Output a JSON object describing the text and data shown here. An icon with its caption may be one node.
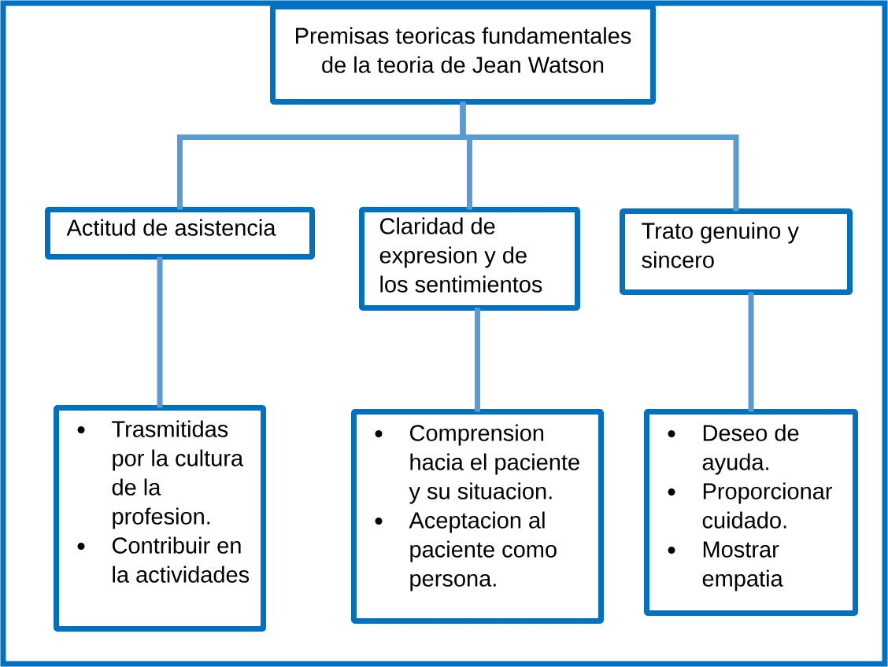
{
  "diagram": {
    "nodes": [
      {
        "text": [
          "Premisas teoricas fundamentales de la teoria de Jean Watson"
        ]
      },
      {
        "text": [
          "Actitud de asistencia"
        ]
      },
      {
        "text": [
          "Claridad de expresion y de los sentimientos"
        ]
      },
      {
        "text": [
          "Trato genuino y sincero"
        ]
      },
      {
        "text": [
          "Trasmitidas por la cultura de la profesion.",
          "Contribuir en la actividades"
        ]
      },
      {
        "text": [
          "Comprension hacia el paciente y su situacion.",
          "Aceptacion al paciente como persona."
        ]
      },
      {
        "text": [
          "Deseo de ayuda.",
          "Proporcionar cuidado.",
          "Mostrar empatia"
        ]
      }
    ],
    "edges": [
      {
        "from": 0,
        "to": 1,
        "arrow": "none"
      },
      {
        "from": 0,
        "to": 2,
        "arrow": "none"
      },
      {
        "from": 0,
        "to": 3,
        "arrow": "none"
      },
      {
        "from": 1,
        "to": 4,
        "arrow": "none"
      },
      {
        "from": 2,
        "to": 5,
        "arrow": "none"
      },
      {
        "from": 3,
        "to": 6,
        "arrow": "none"
      }
    ]
  }
}
